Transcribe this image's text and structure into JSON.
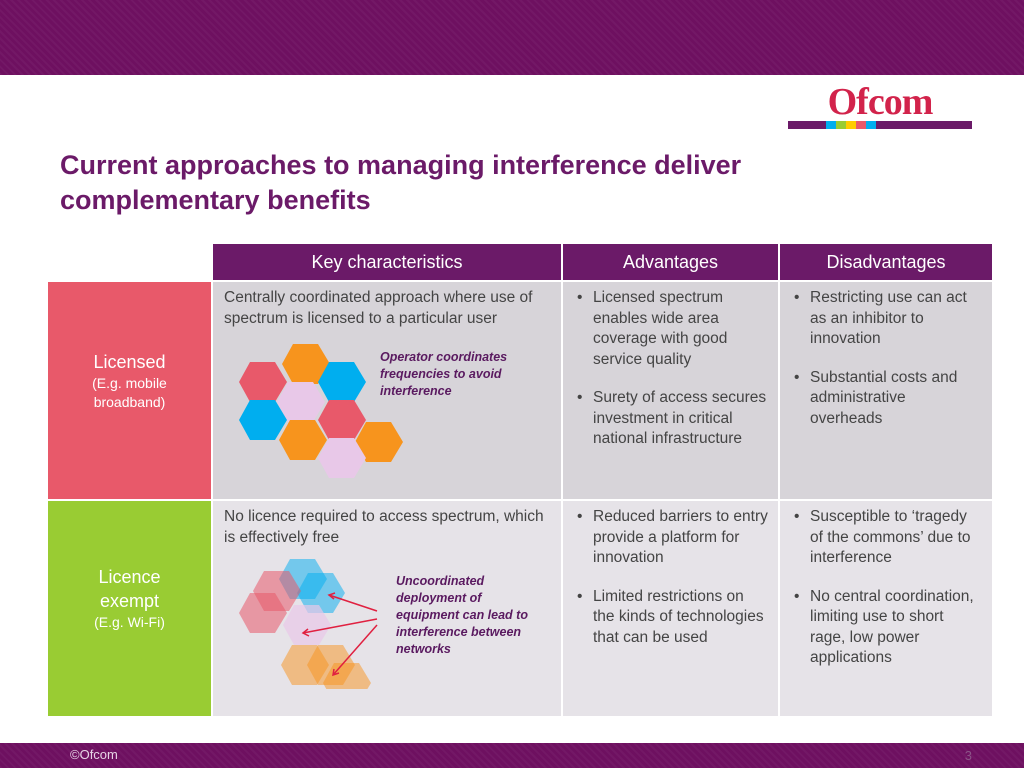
{
  "slide": {
    "title": "Current approaches to managing interference deliver complementary benefits",
    "logo_text": "Ofcom",
    "copyright": "©Ofcom",
    "page_number": "3"
  },
  "table": {
    "headers": [
      "Key characteristics",
      "Advantages",
      "Disadvantages"
    ],
    "rows": [
      {
        "label": "Licensed",
        "sublabel": "(E.g. mobile broadband)",
        "characteristics": "Centrally coordinated approach where use of spectrum is licensed to a particular user",
        "note": "Operator coordinates frequencies to avoid interference",
        "advantages": [
          "Licensed spectrum enables wide area coverage with good service quality",
          "Surety of access secures investment in critical national infrastructure"
        ],
        "disadvantages": [
          "Restricting use can act as an inhibitor to innovation",
          "Substantial  costs and administrative overheads"
        ]
      },
      {
        "label": "Licence exempt",
        "sublabel": "(E.g. Wi-Fi)",
        "characteristics": "No licence required to access spectrum, which is effectively free",
        "note": "Uncoordinated deployment of equipment can lead to interference between networks",
        "advantages": [
          "Reduced barriers to entry provide a platform for innovation",
          "Limited restrictions on the kinds of technologies that can be used"
        ],
        "disadvantages": [
          "Susceptible to ‘tragedy of the commons’ due to interference",
          "No central coordination, limiting use to short rage, low power applications"
        ]
      }
    ]
  },
  "colors": {
    "brand_purple": "#6e1060",
    "header_purple": "#6b1a68",
    "licensed_red": "#e8596a",
    "exempt_green": "#99cc33",
    "hex_orange": "#f7941d",
    "hex_red": "#e8596a",
    "hex_blue": "#00aeef",
    "hex_lilac": "#e8c8e8"
  },
  "icons": {
    "coordinated": "hexagon-cluster-coordinated-icon",
    "uncoordinated": "hexagon-cluster-overlapping-icon"
  }
}
